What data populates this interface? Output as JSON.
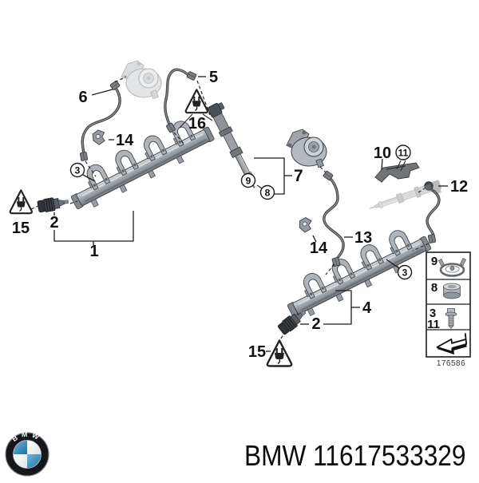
{
  "footer": {
    "brand": "BMW",
    "part_number": "11617533329",
    "logo_letters": "BMW"
  },
  "diagram": {
    "drawing_number": "176586",
    "callouts": {
      "rail_upper": "1",
      "sensor_upper": "2",
      "screw_upper": "3",
      "rail_lower": "4",
      "pipe_right": "5",
      "pipe_left": "6",
      "injector": "7",
      "seal": "8",
      "washer": "9",
      "bracket": "10",
      "screw_bracket": "11",
      "pipe_far_right": "12",
      "pipe_lower": "13",
      "clamp_upper": "14",
      "clamp_lower": "14",
      "warn_upper": "15",
      "warn_lower": "15",
      "warn_injector": "16",
      "screw_lower": "3"
    },
    "legend": {
      "washer": "9",
      "seal": "8",
      "screw": "3",
      "screw_alt": "11"
    }
  },
  "colors": {
    "bmw_blue": "#2e7fb0",
    "line_black": "#1c1c1c"
  }
}
